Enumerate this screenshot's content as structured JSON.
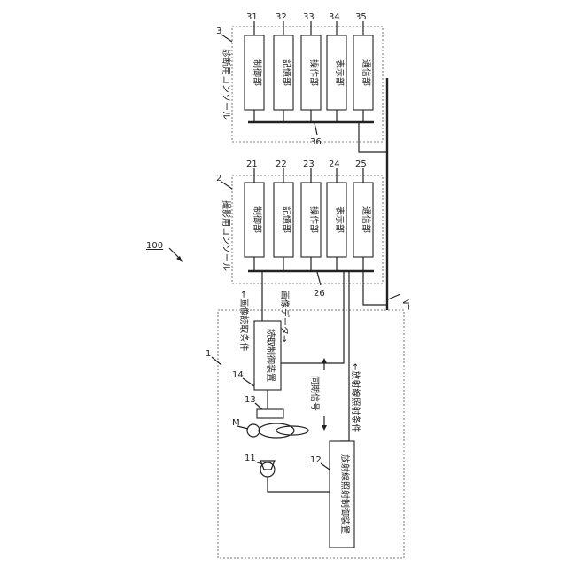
{
  "system": {
    "ref": "100"
  },
  "console_diag": {
    "ref": "3",
    "title": "診断用コンソール",
    "bus_ref": "36",
    "units": [
      {
        "ref": "31",
        "label": "制御部"
      },
      {
        "ref": "32",
        "label": "記憶部"
      },
      {
        "ref": "33",
        "label": "操作部"
      },
      {
        "ref": "34",
        "label": "表示部"
      },
      {
        "ref": "35",
        "label": "通信部"
      }
    ]
  },
  "console_imaging": {
    "ref": "2",
    "title": "撮影用コンソール",
    "bus_ref": "26",
    "units": [
      {
        "ref": "21",
        "label": "制御部"
      },
      {
        "ref": "22",
        "label": "記憶部"
      },
      {
        "ref": "23",
        "label": "操作部"
      },
      {
        "ref": "24",
        "label": "表示部"
      },
      {
        "ref": "25",
        "label": "通信部"
      }
    ]
  },
  "network": {
    "ref": "NT"
  },
  "apparatus": {
    "ref": "1",
    "reader": {
      "ref": "14",
      "label": "読取制御装置"
    },
    "irradiation": {
      "ref": "12",
      "label": "放射線照射制御装置"
    },
    "source": {
      "ref": "11"
    },
    "detector": {
      "ref": "13"
    },
    "subject": {
      "ref": "M"
    }
  },
  "signals": {
    "read_cond": "←画像読取条件",
    "image_data": "画像データ→",
    "sync": "同期信号",
    "irr_cond": "←放射線照射条件"
  }
}
